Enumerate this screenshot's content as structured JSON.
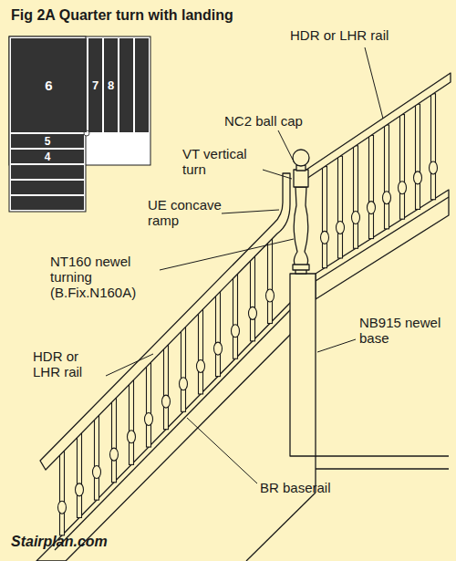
{
  "diagram": {
    "title": "Fig 2A Quarter turn with landing",
    "nodes": [
      {
        "text": [
          "6"
        ]
      },
      {
        "text": [
          "7"
        ]
      },
      {
        "text": [
          "8"
        ]
      },
      {
        "text": [
          "5"
        ]
      },
      {
        "text": [
          "4"
        ]
      }
    ],
    "labels": [
      "HDR or LHR rail",
      "NC2 ball cap",
      "VT vertical turn",
      "UE concave ramp",
      "NT160 newel turning (B.Fix.N160A)",
      "NB915 newel base",
      "HDR or LHR rail",
      "BR baserail",
      "Stairplan.com"
    ]
  }
}
